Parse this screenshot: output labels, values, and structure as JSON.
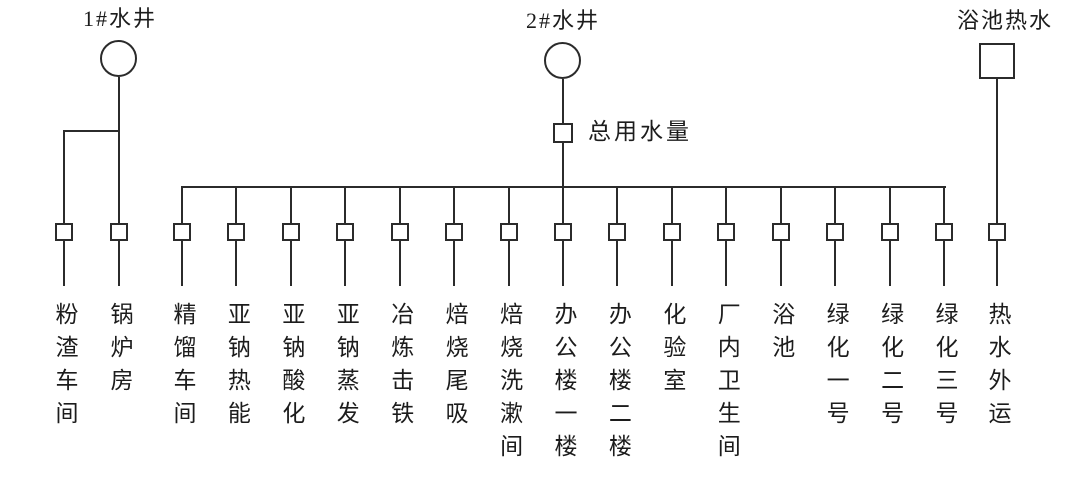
{
  "diagram": {
    "well1": {
      "label": "1#水井"
    },
    "well2": {
      "label": "2#水井"
    },
    "bath_hot_water": {
      "label": "浴池热水"
    },
    "total_meter": {
      "label": "总用水量"
    },
    "branches": {
      "items": [
        {
          "label": "粉渣车间"
        },
        {
          "label": "锅炉房"
        },
        {
          "label": "精馏车间"
        },
        {
          "label": "亚钠热能"
        },
        {
          "label": "亚钠酸化"
        },
        {
          "label": "亚钠蒸发"
        },
        {
          "label": "冶炼击铁"
        },
        {
          "label": "焙烧尾吸"
        },
        {
          "label": "焙烧洗漱间"
        },
        {
          "label": "办公楼一楼"
        },
        {
          "label": "办公楼二楼"
        },
        {
          "label": "化验室"
        },
        {
          "label": "厂内卫生间"
        },
        {
          "label": "浴池"
        },
        {
          "label": "绿化一号"
        },
        {
          "label": "绿化二号"
        },
        {
          "label": "绿化三号"
        },
        {
          "label": "热水外运"
        }
      ]
    },
    "symbols": {
      "well_symbol": "circle",
      "source_symbol": "square",
      "meter_symbol": "small-square"
    },
    "colors": {
      "line": "#2b2b2b",
      "background": "#ffffff",
      "text": "#1c1c1c"
    }
  }
}
